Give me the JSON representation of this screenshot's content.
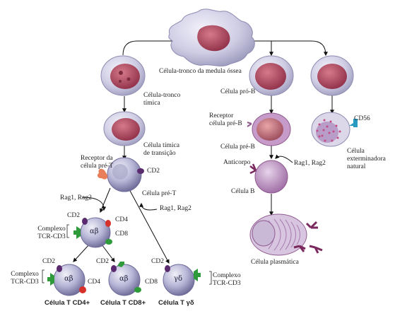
{
  "labels": {
    "bone_marrow_stem_cell": "Célula-tronco da medula óssea",
    "thymic_stem_cell_l1": "Célula-tronco",
    "thymic_stem_cell_l2": "tímica",
    "transitional_cell_l1": "Célula tímica",
    "transitional_cell_l2": "de transição",
    "pre_t_receptor_l1": "Receptor da",
    "pre_t_receptor_l2": "célula pré-T",
    "cd2_pre_t": "CD2",
    "pre_t_cell": "Célula pré-T",
    "rag_left": "Rag1, Rag2",
    "rag_right": "Rag1, Rag2",
    "dp_cd2": "CD2",
    "dp_cd4": "CD4",
    "dp_cd8": "CD8",
    "dp_complex_l1": "Complexo",
    "dp_complex_l2": "TCR-CD3",
    "dp_alpha_beta": "αβ",
    "cd4_complex_l1": "Complexo",
    "cd4_complex_l2": "TCR-CD3",
    "cd4_cd2": "CD2",
    "cd4_cd4": "CD4",
    "cd4_alpha_beta": "αβ",
    "cd4_cell": "Célula T CD4+",
    "cd8_cd2": "CD2",
    "cd8_cd8": "CD8",
    "cd8_alpha_beta": "αβ",
    "cd8_cell": "Célula T CD8+",
    "gd_cd2": "CD2",
    "gd_gamma_delta": "γδ",
    "gd_complex_l1": "Complexo",
    "gd_complex_l2": "TCR-CD3",
    "gd_cell": "Célula T γδ",
    "pro_b_cell": "Célula pró-B",
    "pre_b_receptor_l1": "Receptor",
    "pre_b_receptor_l2": "célula pré-B",
    "pre_b_cell": "Célula pré-B",
    "rag_b": "Rag1, Rag2",
    "antibody": "Anticorpo",
    "b_cell": "Célula B",
    "plasma_cell": "Célula plasmática",
    "cd56": "CD56",
    "nk_cell_l1": "Célula",
    "nk_cell_l2": "exterminadora",
    "nk_cell_l3": "natural"
  },
  "colors": {
    "cell_membrane": "#c9c8e0",
    "nucleus": "#b2495e",
    "b_lineage": "#8e5a8e",
    "tcr_green": "#2e9a3a",
    "cd4_red": "#d7302a",
    "cd2_purple": "#5a2a6e",
    "pre_t_receptor": "#e97f5a",
    "cd56_blue": "#2a9bc0",
    "antibody": "#7a2a5e"
  }
}
